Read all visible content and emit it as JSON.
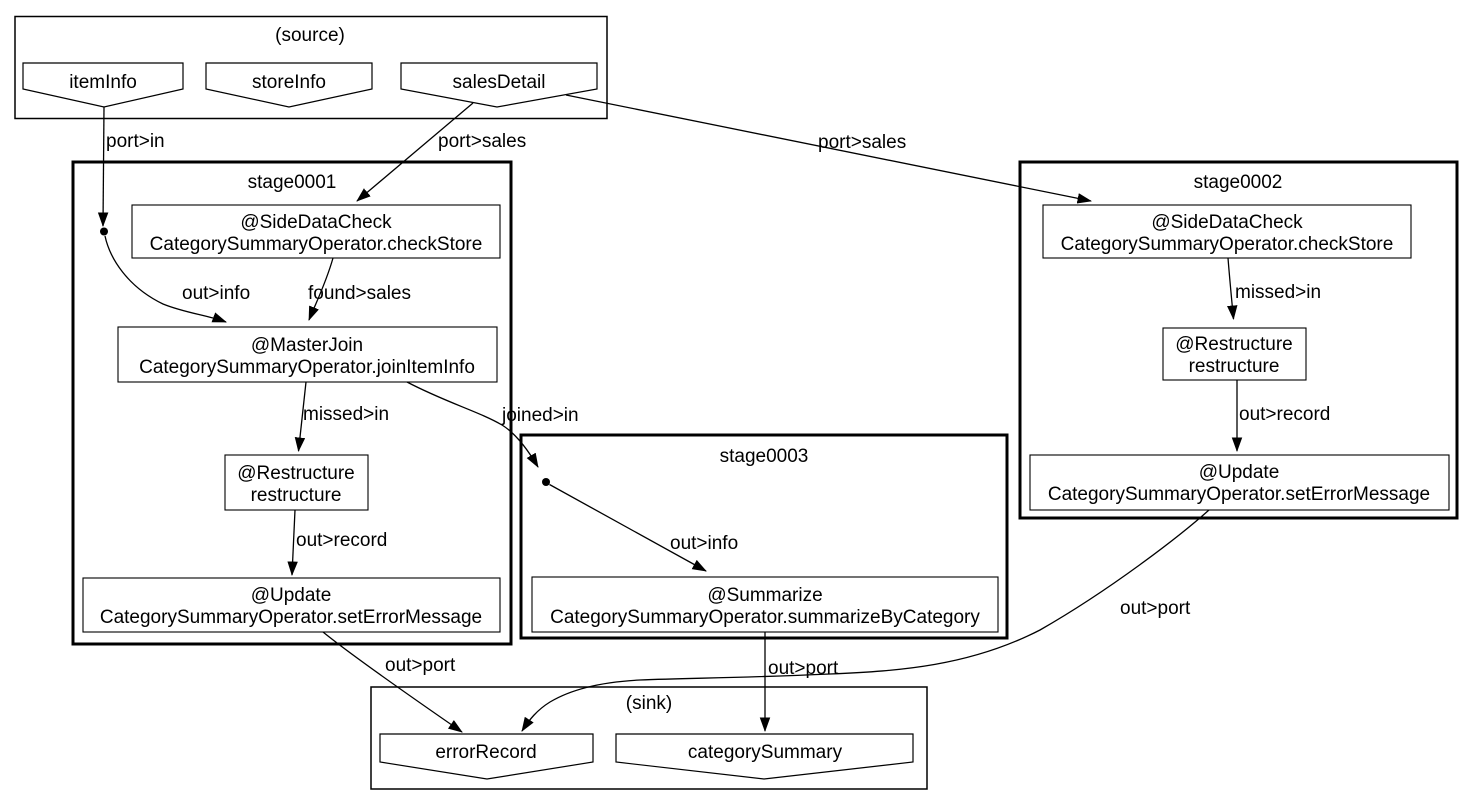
{
  "clusters": {
    "source": {
      "label": "(source)"
    },
    "stage0001": {
      "label": "stage0001"
    },
    "stage0002": {
      "label": "stage0002"
    },
    "stage0003": {
      "label": "stage0003"
    },
    "sink": {
      "label": "(sink)"
    }
  },
  "ports": {
    "source": [
      {
        "label": "itemInfo"
      },
      {
        "label": "storeInfo"
      },
      {
        "label": "salesDetail"
      }
    ],
    "sink": [
      {
        "label": "errorRecord"
      },
      {
        "label": "categorySummary"
      }
    ]
  },
  "operators": [
    {
      "stage": "stage0001",
      "annotation": "@SideDataCheck",
      "method": "CategorySummaryOperator.checkStore"
    },
    {
      "stage": "stage0001",
      "annotation": "@MasterJoin",
      "method": "CategorySummaryOperator.joinItemInfo"
    },
    {
      "stage": "stage0001",
      "annotation": "@Restructure",
      "method": "restructure"
    },
    {
      "stage": "stage0001",
      "annotation": "@Update",
      "method": "CategorySummaryOperator.setErrorMessage"
    },
    {
      "stage": "stage0002",
      "annotation": "@SideDataCheck",
      "method": "CategorySummaryOperator.checkStore"
    },
    {
      "stage": "stage0002",
      "annotation": "@Restructure",
      "method": "restructure"
    },
    {
      "stage": "stage0002",
      "annotation": "@Update",
      "method": "CategorySummaryOperator.setErrorMessage"
    },
    {
      "stage": "stage0003",
      "annotation": "@Summarize",
      "method": "CategorySummaryOperator.summarizeByCategory"
    }
  ],
  "edges": [
    {
      "from": "itemInfo",
      "to": "stage0001",
      "label": "port>in"
    },
    {
      "from": "salesDetail",
      "to": "stage0001.checkStore",
      "label": "port>sales"
    },
    {
      "from": "salesDetail",
      "to": "stage0002.checkStore",
      "label": "port>sales"
    },
    {
      "from": "stage0001.in",
      "to": "stage0001.joinItemInfo",
      "label": "out>info"
    },
    {
      "from": "stage0001.checkStore",
      "to": "stage0001.joinItemInfo",
      "label": "found>sales"
    },
    {
      "from": "stage0001.joinItemInfo",
      "to": "stage0001.restructure",
      "label": "missed>in"
    },
    {
      "from": "stage0001.joinItemInfo",
      "to": "stage0003",
      "label": "joined>in"
    },
    {
      "from": "stage0001.restructure",
      "to": "stage0001.setErrorMessage",
      "label": "out>record"
    },
    {
      "from": "stage0001.setErrorMessage",
      "to": "errorRecord",
      "label": "out>port"
    },
    {
      "from": "stage0003.in",
      "to": "stage0003.summarizeByCategory",
      "label": "out>info"
    },
    {
      "from": "stage0003.summarizeByCategory",
      "to": "categorySummary",
      "label": "out>port"
    },
    {
      "from": "stage0002.checkStore",
      "to": "stage0002.restructure",
      "label": "missed>in"
    },
    {
      "from": "stage0002.restructure",
      "to": "stage0002.setErrorMessage",
      "label": "out>record"
    },
    {
      "from": "stage0002.setErrorMessage",
      "to": "errorRecord",
      "label": "out>port"
    }
  ],
  "colors": {
    "stroke": "#000000",
    "background": "#ffffff"
  }
}
